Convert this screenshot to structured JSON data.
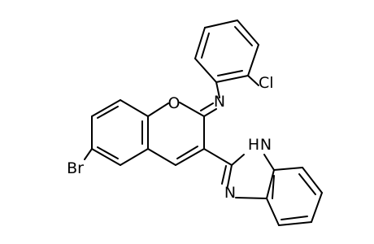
{
  "structure": {
    "atoms": {
      "o_ring": "O",
      "n_imine": "N",
      "cl": "Cl",
      "br": "Br",
      "nh_h": "H",
      "nh_n": "N",
      "n_benzimidazole": "N"
    }
  }
}
